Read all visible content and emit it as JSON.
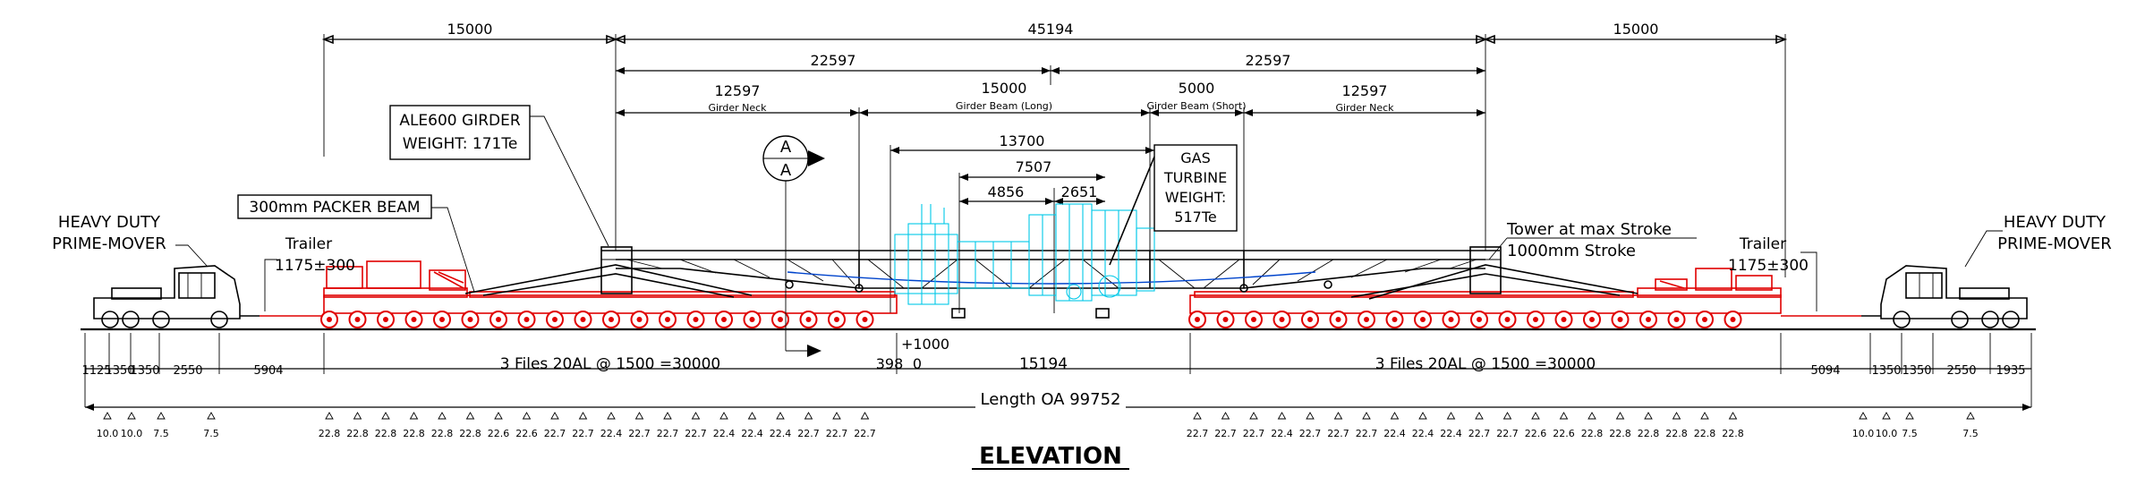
{
  "title": "ELEVATION",
  "dims_top": {
    "left_overhang": "15000",
    "overall": "45194",
    "right_overhang": "15000",
    "half_left": "22597",
    "half_right": "22597",
    "neck_left": "12597",
    "neck_left_label": "Girder Neck",
    "beam_long": "15000",
    "beam_long_label": "Girder Beam (Long)",
    "beam_short": "5000",
    "beam_short_label": "Girder Beam (Short)",
    "neck_right": "12597",
    "neck_right_label": "Girder Neck",
    "turbine_len": "13700",
    "turbine_mid": "7507",
    "turbine_a": "4856",
    "turbine_b": "2651"
  },
  "callouts": {
    "girder": [
      "ALE600 GIRDER",
      "WEIGHT: 171Te"
    ],
    "packer": "300mm PACKER BEAM",
    "prime_left": [
      "HEAVY DUTY",
      "PRIME-MOVER"
    ],
    "prime_right": [
      "HEAVY DUTY",
      "PRIME-MOVER"
    ],
    "trailer_left": [
      "Trailer",
      "1175±300"
    ],
    "trailer_right": [
      "Trailer",
      "1175±300"
    ],
    "turbine": [
      "GAS",
      "TURBINE",
      "WEIGHT:",
      "517Te"
    ],
    "tower": [
      "Tower at max Stroke",
      "1000mm Stroke"
    ],
    "section": [
      "A",
      "A"
    ]
  },
  "dims_bottom": {
    "left_small": [
      "1125",
      "1350",
      "1350",
      "2550"
    ],
    "left_gap": "5904",
    "files_left": "3 Files 20AL @ 1500 =30000",
    "raise": "+1000",
    "centre_a": "398",
    "centre_b": "0",
    "centre": "15194",
    "files_right": "3 Files 20AL @ 1500 =30000",
    "right_gap": "5094",
    "right_small": [
      "1350",
      "1350",
      "2550",
      "1935"
    ],
    "overall": "Length OA 99752"
  },
  "axle_loads": {
    "prime_left": [
      "10.0",
      "10.0",
      "7.5",
      "7.5"
    ],
    "trailer_left": [
      "22.8",
      "22.8",
      "22.8",
      "22.8",
      "22.8",
      "22.8",
      "22.6",
      "22.6",
      "22.7",
      "22.7",
      "22.4",
      "22.7",
      "22.7",
      "22.7",
      "22.4",
      "22.4",
      "22.4",
      "22.7",
      "22.7",
      "22.7"
    ],
    "trailer_right": [
      "22.7",
      "22.7",
      "22.7",
      "22.4",
      "22.7",
      "22.7",
      "22.7",
      "22.4",
      "22.4",
      "22.4",
      "22.7",
      "22.7",
      "22.6",
      "22.6",
      "22.8",
      "22.8",
      "22.8",
      "22.8",
      "22.8",
      "22.8"
    ],
    "prime_right": [
      "10.0",
      "10.0",
      "7.5",
      "7.5"
    ]
  },
  "colors": {
    "ink": "#000000",
    "trailer": "#e00000",
    "turbine": "#00c8e8",
    "beam_line": "#0044cc"
  }
}
